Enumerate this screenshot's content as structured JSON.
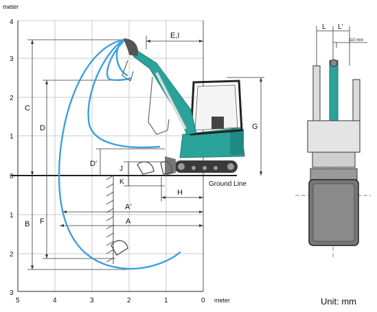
{
  "axis": {
    "y_unit_label": "meter",
    "x_unit_label": "meter",
    "y_ticks": [
      "4",
      "3",
      "2",
      "1",
      "0",
      "1",
      "2",
      "3"
    ],
    "x_ticks": [
      "5",
      "4",
      "3",
      "2",
      "1",
      "0"
    ]
  },
  "dimension_labels": {
    "A": "A",
    "A_prime": "A'",
    "B": "B",
    "C": "C",
    "D": "D",
    "D_prime": "D'",
    "E_I": "E,I",
    "F": "F",
    "G": "G",
    "H": "H",
    "J": "J",
    "K": "K"
  },
  "ground_line_label": "Ground Line",
  "front_view": {
    "L": "L",
    "L_prime": "L'",
    "offset_label": "110 mm"
  },
  "unit_note": "Unit: mm",
  "colors": {
    "reach_curve": "#3a9fe0",
    "machine_body": "#2aa39b",
    "track": "#333333",
    "grid": "#c8c8c8"
  }
}
